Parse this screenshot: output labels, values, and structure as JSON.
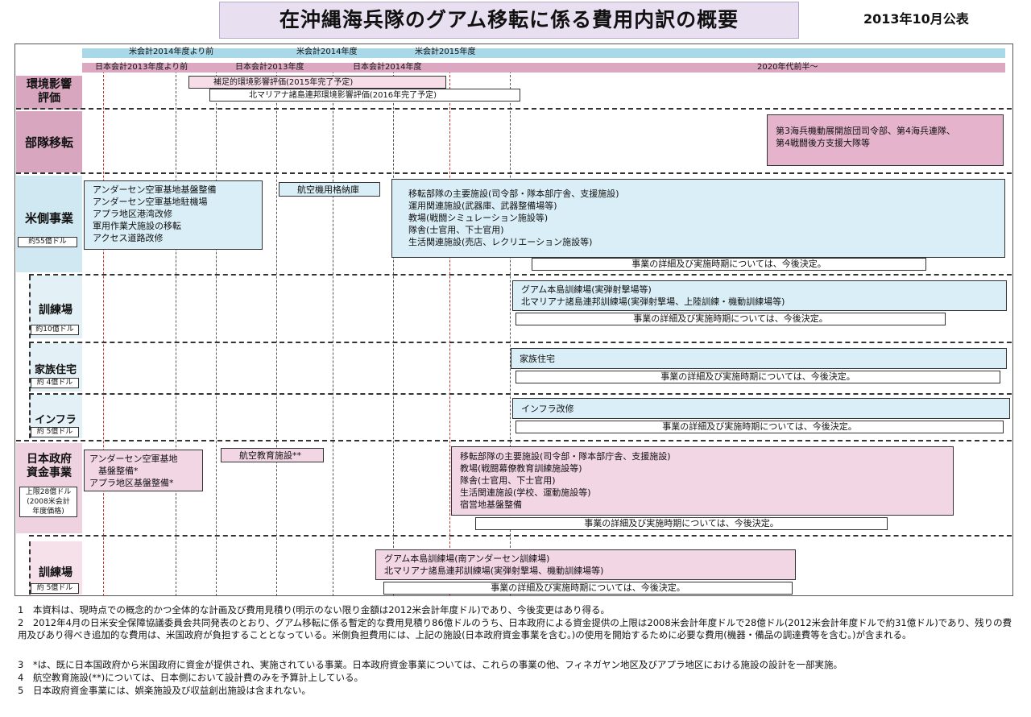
{
  "header": {
    "title": "在沖縄海兵隊のグアム移転に係る費用内訳の概要",
    "date": "2013年10月公表"
  },
  "timeline": {
    "us_years": [
      "米会計2014年度より前",
      "米会計2014年度",
      "米会計2015年度"
    ],
    "jp_years": [
      "日本会計2013年度より前",
      "日本会計2013年度",
      "日本会計2014年度",
      "2020年代前半～"
    ]
  },
  "env": {
    "label": "環境影響\n評価",
    "items": [
      "補足的環境影響評価(2015年完了予定)",
      "北マリアナ諸島連邦環境影響評価(2016年完了予定)"
    ]
  },
  "relocation": {
    "label": "部隊移転",
    "units": [
      "第3海兵機動展開旅団司令部、第4海兵連隊、",
      "第4戦闘後方支援大隊等"
    ]
  },
  "us_projects": {
    "label": "米側事業",
    "amount": "約55億ドル",
    "andersen": [
      "アンダーセン空軍基地基盤整備",
      "アンダーセン空軍基地駐機場",
      "アプラ地区港湾改修",
      "軍用作業犬施設の移転",
      "アクセス道路改修"
    ],
    "hangar": "航空機用格納庫",
    "main": [
      "移転部隊の主要施設(司令部・隊本部庁舎、支援施設)",
      "運用関連施設(武器庫、武器整備場等)",
      "教場(戦闘シミュレーション施設等)",
      "隊舎(士官用、下士官用)",
      "生活関連施設(売店、レクリエーション施設等)"
    ],
    "detail": "事業の詳細及び実施時期については、今後決定。"
  },
  "us_training": {
    "label": "訓練場",
    "amount": "約10億ドル",
    "items": [
      "グアム本島訓練場(実弾射撃場等)",
      "北マリアナ諸島連邦訓練場(実弾射撃場、上陸訓練・機動訓練場等)"
    ],
    "detail": "事業の詳細及び実施時期については、今後決定。"
  },
  "us_housing": {
    "label": "家族住宅",
    "amount": "約 4億ドル",
    "item": "家族住宅",
    "detail": "事業の詳細及び実施時期については、今後決定。"
  },
  "us_infra": {
    "label": "インフラ",
    "amount": "約 5億ドル",
    "item": "インフラ改修",
    "detail": "事業の詳細及び実施時期については、今後決定。"
  },
  "jp_projects": {
    "label": "日本政府\n資金事業",
    "amount": "上限28億ドル\n(2008米会計\n年度価格)",
    "andersen": [
      "アンダーセン空軍基地",
      "　基盤整備*",
      "アプラ地区基盤整備*"
    ],
    "aviation": "航空教育施設**",
    "main": [
      "移転部隊の主要施設(司令部・隊本部庁舎、支援施設)",
      "教場(戦闘幕僚教育訓練施設等)",
      "隊舎(士官用、下士官用)",
      "生活関連施設(学校、運動施設等)",
      "宿営地基盤整備"
    ],
    "detail": "事業の詳細及び実施時期については、今後決定。"
  },
  "jp_training": {
    "label": "訓練場",
    "amount": "約 5億ドル",
    "items": [
      "グアム本島訓練場(南アンダーセン訓練場)",
      "北マリアナ諸島連邦訓練場(実弾射撃場、機動訓練場等)"
    ],
    "detail": "事業の詳細及び実施時期については、今後決定。"
  },
  "notes": [
    "1　本資料は、現時点での概念的かつ全体的な計画及び費用見積り(明示のない限り金額は2012米会計年度ドル)であり、今後変更はあり得る。",
    "2　2012年4月の日米安全保障協議委員会共同発表のとおり、グアム移転に係る暫定的な費用見積り86億ドルのうち、日本政府による資金提供の上限は2008米会計年度ドルで28億ドル(2012米会計年度ドルで約31億ドル)であり、残りの費用及びあり得べき追加的な費用は、米国政府が負担することとなっている。米側負担費用には、上記の施設(日本政府資金事業を含む。)の使用を開始するために必要な費用(機器・備品の調達費等を含む。)が含まれる。",
    "3　*は、既に日本国政府から米国政府に資金が提供され、実施されている事業。日本政府資金事業については、これらの事業の他、フィネガヤン地区及びアプラ地区における施設の設計を一部実施。",
    "4　航空教育施設(**)については、日本側において設計費のみを予算計上している。",
    "5　日本政府資金事業には、娯楽施設及び収益創出施設は含まれない。"
  ],
  "colors": {
    "us_blue": "#a9d8e8",
    "jp_pink": "#dca7c0",
    "section_pink": "#d8a6bf"
  }
}
